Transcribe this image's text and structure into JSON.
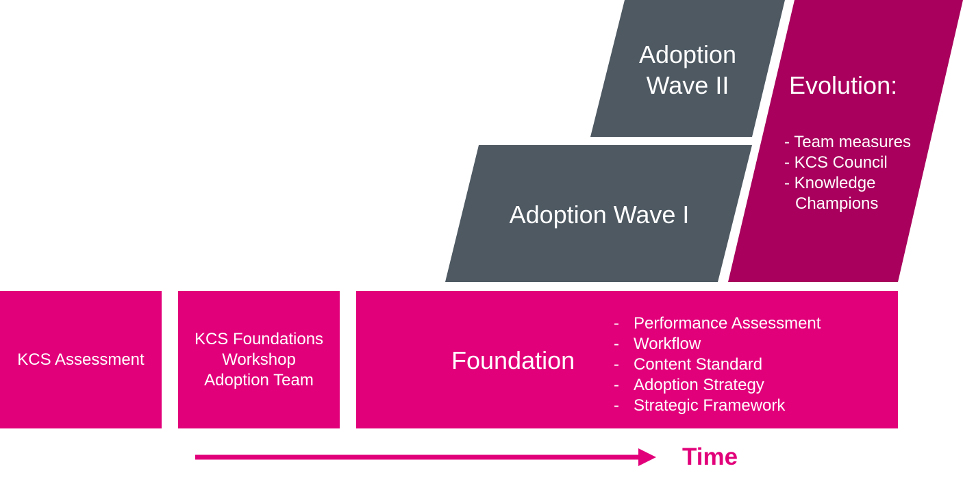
{
  "colors": {
    "magenta": "#e2007a",
    "dark_magenta": "#a8005c",
    "slate": "#4e5962",
    "text": "#ffffff",
    "time": "#e2007a"
  },
  "boxes": {
    "kcs_assessment": "KCS Assessment",
    "kcs_foundations_workshop": [
      "KCS Foundations",
      "Workshop",
      "Adoption Team"
    ],
    "foundation": {
      "title": "Foundation",
      "items": [
        "Performance Assessment",
        "Workflow",
        "Content Standard",
        "Adoption Strategy",
        "Strategic Framework"
      ]
    },
    "adoption_wave_i": "Adoption Wave I",
    "adoption_wave_ii": [
      "Adoption",
      "Wave II"
    ],
    "evolution": {
      "title": "Evolution:",
      "items": [
        "- Team measures",
        "- KCS Council",
        "- Knowledge",
        "Champions"
      ]
    }
  },
  "timeline": {
    "label": "Time"
  }
}
